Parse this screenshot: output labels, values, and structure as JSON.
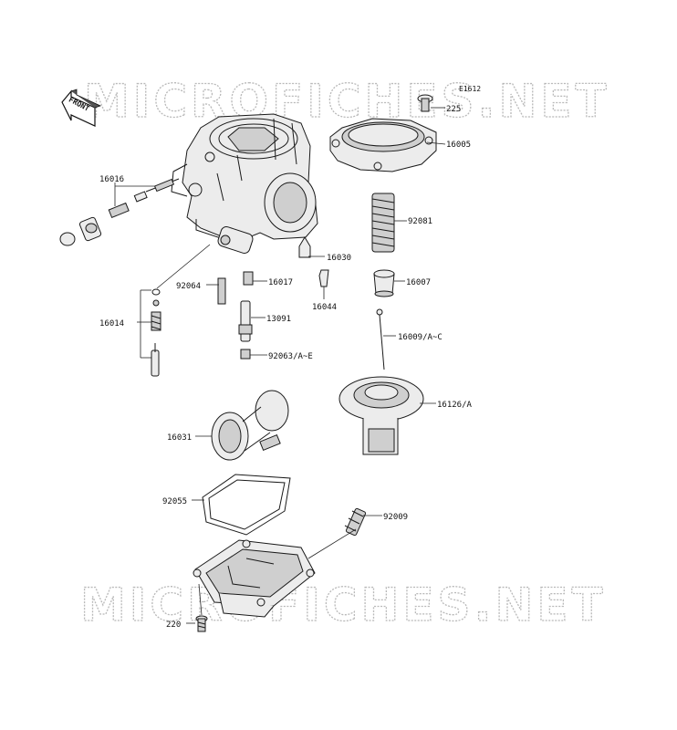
{
  "diagram": {
    "ref_code": "E1612",
    "front_label": "FRONT",
    "watermark_top": "MICROFICHES.NET",
    "watermark_bottom": "MICROFICHES.NET",
    "labels": {
      "p225": "225",
      "p16005": "16005",
      "p16016": "16016",
      "p92081": "92081",
      "p16030": "16030",
      "p92064": "92064",
      "p16017": "16017",
      "p16007": "16007",
      "p16044": "16044",
      "p16014": "16014",
      "p13091": "13091",
      "p16009": "16009/A~C",
      "p92063": "92063/A~E",
      "p16126": "16126/A",
      "p16031": "16031",
      "p92055": "92055",
      "p92009": "92009",
      "p220": "220"
    }
  }
}
